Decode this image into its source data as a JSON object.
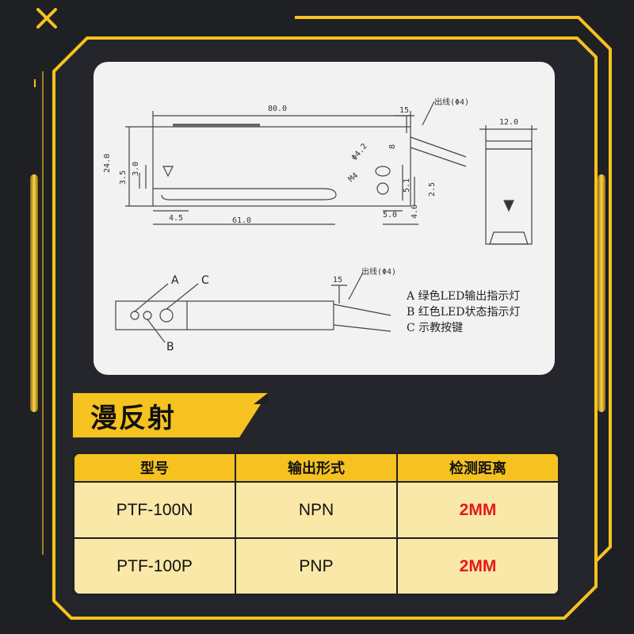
{
  "colors": {
    "accent": "#f6c21f",
    "background": "#1f2024",
    "highlight": "#e21a1a"
  },
  "diagram": {
    "dims": {
      "d80": "80.0",
      "d15a": "15",
      "d12": "12.0",
      "d24": "24.0",
      "d35": "3.5",
      "d30": "3.0",
      "d42": "Φ4.2",
      "d8": "8",
      "dm4": "M4",
      "d51": "5.1",
      "d25": "2.5",
      "d45": "4.5",
      "d61": "61.0",
      "d50": "5.0",
      "d40": "4.0",
      "d15b": "15"
    },
    "cable_top": "出线(Φ4)",
    "cable_bottom": "出线(Φ4)",
    "callouts": {
      "a": "A",
      "b": "B",
      "c": "C"
    },
    "legend": [
      "A  绿色LED输出指示灯",
      "B  红色LED状态指示灯",
      "C  示教按键"
    ]
  },
  "section_title": "漫反射",
  "table": {
    "headers": [
      "型号",
      "输出形式",
      "检测距离"
    ],
    "rows": [
      [
        "PTF-100N",
        "NPN",
        "2MM"
      ],
      [
        "PTF-100P",
        "PNP",
        "2MM"
      ]
    ]
  }
}
